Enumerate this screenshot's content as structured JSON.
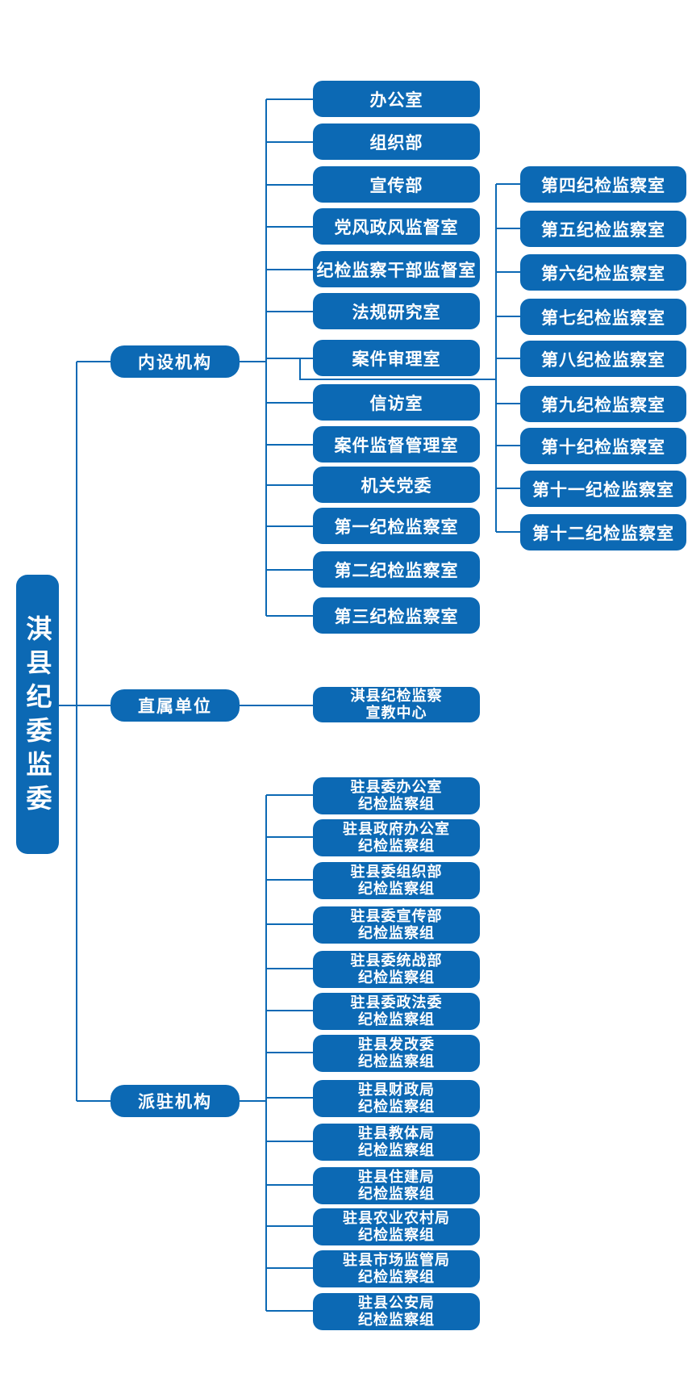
{
  "colors": {
    "primary_blue": "#0c69b4",
    "box_text": "#ffffff",
    "background": "#ffffff"
  },
  "root": {
    "label": "淇县纪委监委"
  },
  "branches": {
    "internal": {
      "label": "内设机构",
      "offices": [
        "办公室",
        "组织部",
        "宣传部",
        "党风政风监督室",
        "纪检监察干部监督室",
        "法规研究室",
        "案件审理室",
        "信访室",
        "案件监督管理室",
        "机关党委",
        "第一纪检监察室",
        "第二纪检监察室",
        "第三纪检监察室"
      ],
      "numbered_offices": [
        "第四纪检监察室",
        "第五纪检监察室",
        "第六纪检监察室",
        "第七纪检监察室",
        "第八纪检监察室",
        "第九纪检监察室",
        "第十纪检监察室",
        "第十一纪检监察室",
        "第十二纪检监察室"
      ]
    },
    "direct": {
      "label": "直属单位",
      "units": [
        {
          "line1": "淇县纪检监察",
          "line2": "宣教中心"
        }
      ]
    },
    "dispatched": {
      "label": "派驻机构",
      "groups": [
        {
          "line1": "驻县委办公室",
          "line2": "纪检监察组"
        },
        {
          "line1": "驻县政府办公室",
          "line2": "纪检监察组"
        },
        {
          "line1": "驻县委组织部",
          "line2": "纪检监察组"
        },
        {
          "line1": "驻县委宣传部",
          "line2": "纪检监察组"
        },
        {
          "line1": "驻县委统战部",
          "line2": "纪检监察组"
        },
        {
          "line1": "驻县委政法委",
          "line2": "纪检监察组"
        },
        {
          "line1": "驻县发改委",
          "line2": "纪检监察组"
        },
        {
          "line1": "驻县财政局",
          "line2": "纪检监察组"
        },
        {
          "line1": "驻县教体局",
          "line2": "纪检监察组"
        },
        {
          "line1": "驻县住建局",
          "line2": "纪检监察组"
        },
        {
          "line1": "驻县农业农村局",
          "line2": "纪检监察组"
        },
        {
          "line1": "驻县市场监管局",
          "line2": "纪检监察组"
        },
        {
          "line1": "驻县公安局",
          "line2": "纪检监察组"
        }
      ]
    }
  }
}
